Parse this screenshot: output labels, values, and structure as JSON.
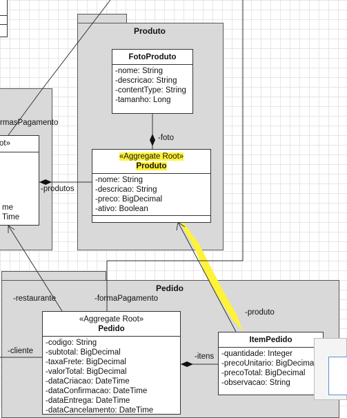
{
  "packages": {
    "produto": {
      "title": "Produto"
    },
    "pedido": {
      "title": "Pedido"
    }
  },
  "classes": {
    "fotoProduto": {
      "name": "FotoProduto",
      "attributes": [
        "-nome: String",
        "-descricao: String",
        "-contentType: String",
        "-tamanho: Long"
      ]
    },
    "produto": {
      "stereotype": "«Aggregate Root»",
      "name": "Produto",
      "attributes": [
        "-nome: String",
        "-descricao: String",
        "-preco: BigDecimal",
        "-ativo: Boolean"
      ]
    },
    "pedido": {
      "stereotype": "«Aggregate Root»",
      "name": "Pedido",
      "attributes": [
        "-codigo: String",
        "-subtotal: BigDecimal",
        "-taxaFrete: BigDecimal",
        "-valorTotal: BigDecimal",
        "-dataCriacao: DateTime",
        "-dataConfirmacao: DateTime",
        "-dataEntrega: DateTime",
        "-dataCancelamento: DateTime"
      ]
    },
    "itemPedido": {
      "name": "ItemPedido",
      "attributes": [
        "-quantidade: Integer",
        "-precoUnitario: BigDecimal",
        "-precoTotal: BigDecimal",
        "-observacao: String"
      ]
    },
    "leftClass": {
      "header_fragment": "ot»",
      "attribute_fragments": [
        "me",
        "Time"
      ]
    }
  },
  "relations": {
    "foto": "-foto",
    "produtos": "-produtos",
    "produto": "-produto",
    "itens": "-itens",
    "restaurante": "-restaurante",
    "formaPagamento": "-formaPagamento",
    "cliente": "-cliente",
    "formasPagamento": "rmasPagamento"
  },
  "colors": {
    "highlight": "#fff23a",
    "package_fill": "#d9d9d9",
    "grid": "#e6e6e6"
  }
}
